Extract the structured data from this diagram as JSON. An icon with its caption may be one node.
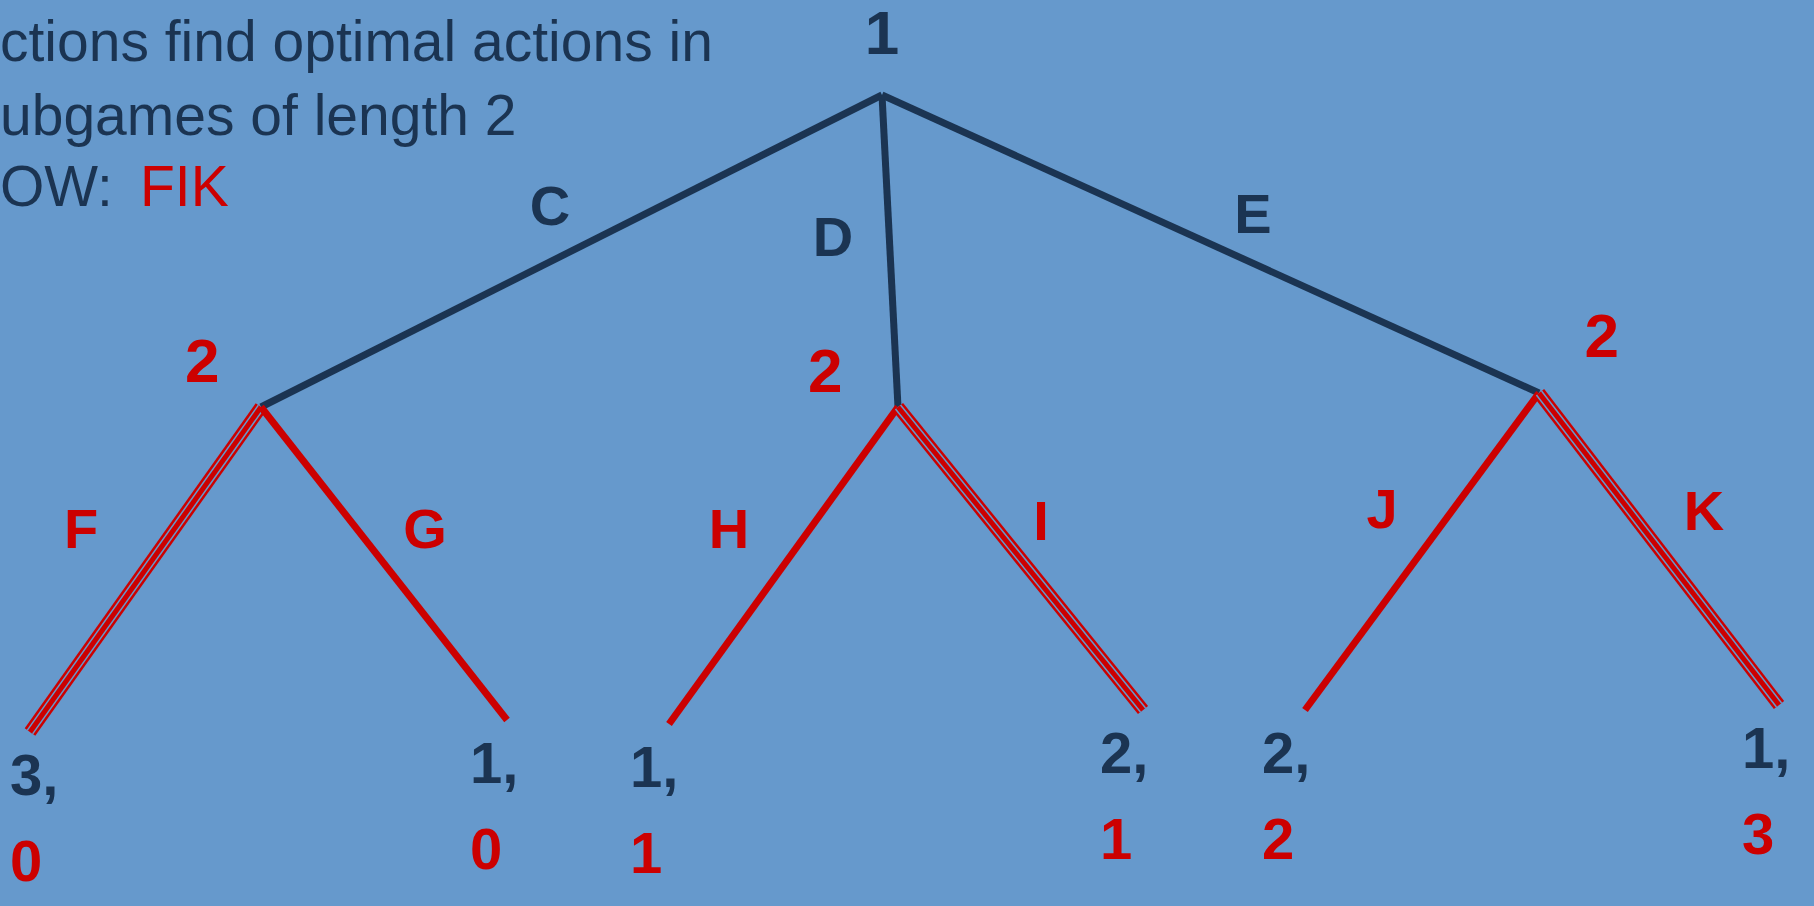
{
  "diagram": {
    "nodes": [
      {
        "text": [
          "1"
        ]
      },
      {
        "text": [
          "2"
        ]
      },
      {
        "text": [
          "2"
        ]
      },
      {
        "text": [
          "2"
        ]
      },
      {
        "text": [
          "3,",
          "0"
        ]
      },
      {
        "text": [
          "1,",
          "0"
        ]
      },
      {
        "text": [
          "1,",
          "1"
        ]
      },
      {
        "text": [
          "2,",
          "1"
        ]
      },
      {
        "text": [
          "2,",
          "2"
        ]
      },
      {
        "text": [
          "1,",
          "3"
        ]
      }
    ],
    "edges": [
      {
        "from": 0,
        "to": 1,
        "arrow": "none",
        "label": "C",
        "color": "#1b3452"
      },
      {
        "from": 0,
        "to": 2,
        "arrow": "none",
        "label": "D",
        "color": "#1b3452"
      },
      {
        "from": 0,
        "to": 3,
        "arrow": "none",
        "label": "E",
        "color": "#1b3452"
      },
      {
        "from": 1,
        "to": 4,
        "arrow": "none",
        "label": "F",
        "style": "thick"
      },
      {
        "from": 1,
        "to": 5,
        "arrow": "none",
        "label": "G"
      },
      {
        "from": 2,
        "to": 6,
        "arrow": "none",
        "label": "H"
      },
      {
        "from": 2,
        "to": 7,
        "arrow": "none",
        "label": "I",
        "style": "thick"
      },
      {
        "from": 3,
        "to": 8,
        "arrow": "none",
        "label": "J"
      },
      {
        "from": 3,
        "to": 9,
        "arrow": "none",
        "label": "K",
        "style": "thick"
      }
    ],
    "labels": [
      "ctions find optimal actions in ubgames of length 2",
      "OW:",
      "FIK"
    ]
  }
}
